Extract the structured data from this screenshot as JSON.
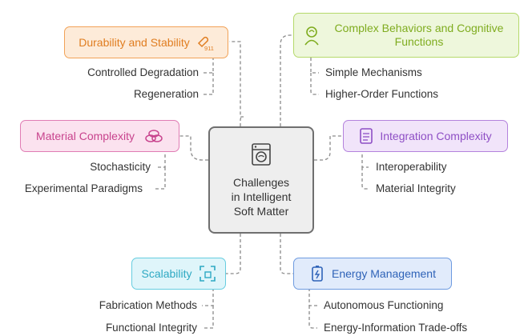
{
  "center": {
    "title_lines": [
      "Challenges",
      "in Intelligent",
      "Soft Matter"
    ],
    "icon": "washing-machine-icon"
  },
  "nodes": [
    {
      "id": "durability",
      "label": "Durability and Stability",
      "icon": "build-911-icon",
      "color": "#f2a257",
      "items": [
        "Controlled Degradation",
        "Regeneration"
      ]
    },
    {
      "id": "complex-behaviors",
      "label": "Complex Behaviors and Cognitive Functions",
      "icon": "brain-person-icon",
      "color": "#b5d96a",
      "items": [
        "Simple Mechanisms",
        "Higher-Order Functions"
      ]
    },
    {
      "id": "material-complexity",
      "label": "Material Complexity",
      "icon": "stacked-materials-icon",
      "color": "#e07cb4",
      "items": [
        "Stochasticity",
        "Experimental Paradigms"
      ]
    },
    {
      "id": "integration",
      "label": "Integration Complexity",
      "icon": "document-icon",
      "color": "#b482dd",
      "items": [
        "Interoperability",
        "Material Integrity"
      ]
    },
    {
      "id": "scalability",
      "label": "Scalability",
      "icon": "scale-frame-icon",
      "color": "#66cde0",
      "items": [
        "Fabrication Methods",
        "Functional Integrity"
      ]
    },
    {
      "id": "energy",
      "label": "Energy Management",
      "icon": "battery-icon",
      "color": "#6e9be0",
      "items": [
        "Autonomous Functioning",
        "Energy-Information Trade-offs"
      ]
    }
  ]
}
